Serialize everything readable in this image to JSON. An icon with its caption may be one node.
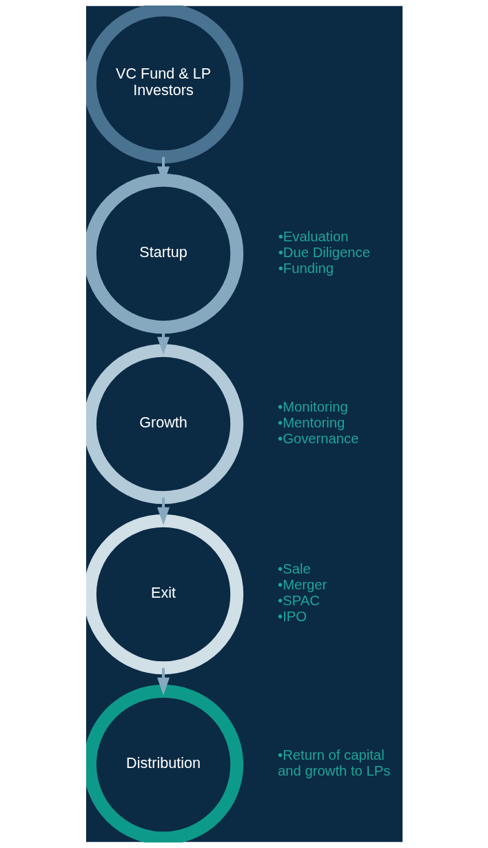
{
  "diagram": {
    "nodes": [
      {
        "text": [
          "VC Fund & LP Investors"
        ]
      },
      {
        "text": [
          "Startup"
        ],
        "beside": [
          "•Evaluation",
          "•Due Diligence",
          "•Funding"
        ]
      },
      {
        "text": [
          "Growth"
        ],
        "beside": [
          "•Monitoring",
          "•Mentoring",
          "•Governance"
        ]
      },
      {
        "text": [
          "Exit"
        ],
        "beside": [
          "•Sale",
          "•Merger",
          "•SPAC",
          "•IPO"
        ]
      },
      {
        "text": [
          "Distribution"
        ],
        "beside": [
          "•Return of capital and growth to LPs"
        ]
      }
    ],
    "edges": [
      {
        "from": 0,
        "to": 1,
        "arrow": "to"
      },
      {
        "from": 1,
        "to": 2,
        "arrow": "to"
      },
      {
        "from": 2,
        "to": 3,
        "arrow": "to"
      },
      {
        "from": 3,
        "to": 4,
        "arrow": "to"
      }
    ]
  }
}
